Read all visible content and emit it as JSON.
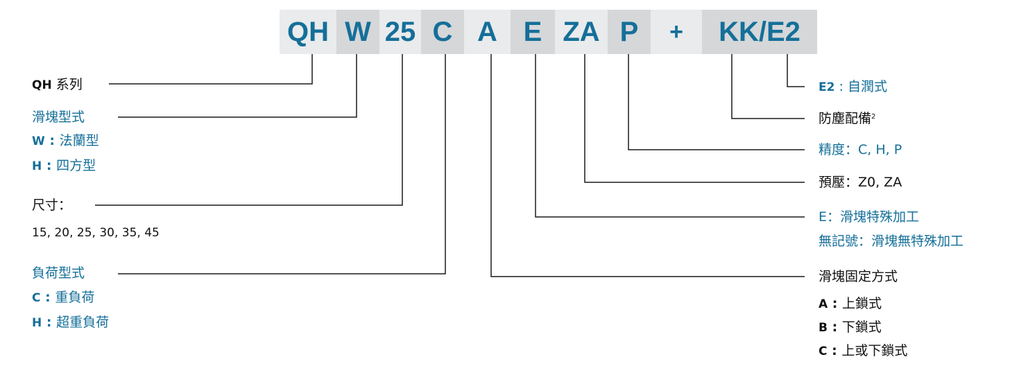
{
  "code_segments": [
    {
      "text": "QH"
    },
    {
      "text": "W"
    },
    {
      "text": "25"
    },
    {
      "text": "C"
    },
    {
      "text": "A"
    },
    {
      "text": "E"
    },
    {
      "text": "ZA"
    },
    {
      "text": "P"
    },
    {
      "text": "+"
    },
    {
      "text": "KK/E2"
    }
  ],
  "left": {
    "series": {
      "prefix": "QH",
      "text": "系列"
    },
    "block_type": {
      "title": "滑塊型式",
      "w_key": "W",
      "w_val": "法蘭型",
      "h_key": "H",
      "h_val": "四方型"
    },
    "size": {
      "title": "尺寸：",
      "values": "15, 20, 25, 30, 35, 45"
    },
    "load_type": {
      "title": "負荷型式",
      "c_key": "C",
      "c_val": "重負荷",
      "h_key": "H",
      "h_val": "超重負荷"
    }
  },
  "right": {
    "lubrication": {
      "key": "E2",
      "val": "自潤式"
    },
    "dust": {
      "text": "防塵配備",
      "sup": "2"
    },
    "accuracy": {
      "text": "精度：C, H, P"
    },
    "preload": {
      "text": "預壓：Z0, ZA"
    },
    "special": {
      "line1": "E：滑塊特殊加工",
      "line2": "無記號：滑塊無特殊加工"
    },
    "mounting": {
      "title": "滑塊固定方式",
      "a_key": "A",
      "a_val": "上鎖式",
      "b_key": "B",
      "b_val": "下鎖式",
      "c_key": "C",
      "c_val": "上或下鎖式"
    }
  },
  "colors": {
    "accent": "#156f99",
    "cell_light": "#e9ebec",
    "cell_dark": "#d5d7d9",
    "text": "#111111"
  }
}
